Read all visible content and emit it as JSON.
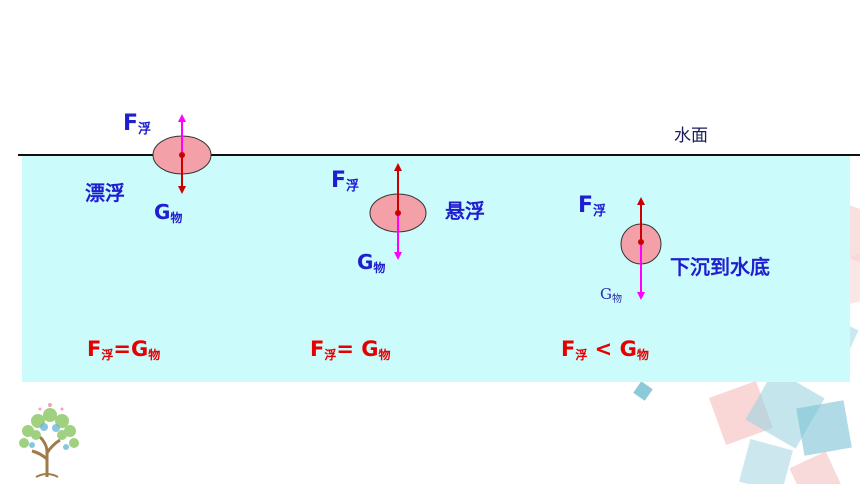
{
  "surface_label": "水面",
  "cases": [
    {
      "state": "漂浮",
      "force_up": {
        "main": "F",
        "sub": "浮"
      },
      "force_down": {
        "main": "G",
        "sub": "物"
      }
    },
    {
      "state": "悬浮",
      "force_up": {
        "main": "F",
        "sub": "浮"
      },
      "force_down": {
        "main": "G",
        "sub": "物"
      }
    },
    {
      "state": "下沉到水底",
      "force_up": {
        "main": "F",
        "sub": "浮"
      },
      "force_down": {
        "main": "G",
        "sub": "物"
      }
    }
  ],
  "relations": [
    {
      "lhs": "F",
      "lhs_sub": "浮",
      "op": "=",
      "rhs": "G",
      "rhs_sub": "物"
    },
    {
      "lhs": "F",
      "lhs_sub": "浮",
      "op": "= ",
      "rhs": "G",
      "rhs_sub": "物"
    },
    {
      "lhs": "F",
      "lhs_sub": "浮",
      "op": " < ",
      "rhs": "G",
      "rhs_sub": "物"
    }
  ],
  "colors": {
    "water": "#ccfbfb",
    "ball": "#f4a0a8",
    "arrow_float": "#ff00ff",
    "arrow_dark": "#cc0000",
    "label_blue": "#1f1fd0",
    "equation_red": "#e60000"
  }
}
